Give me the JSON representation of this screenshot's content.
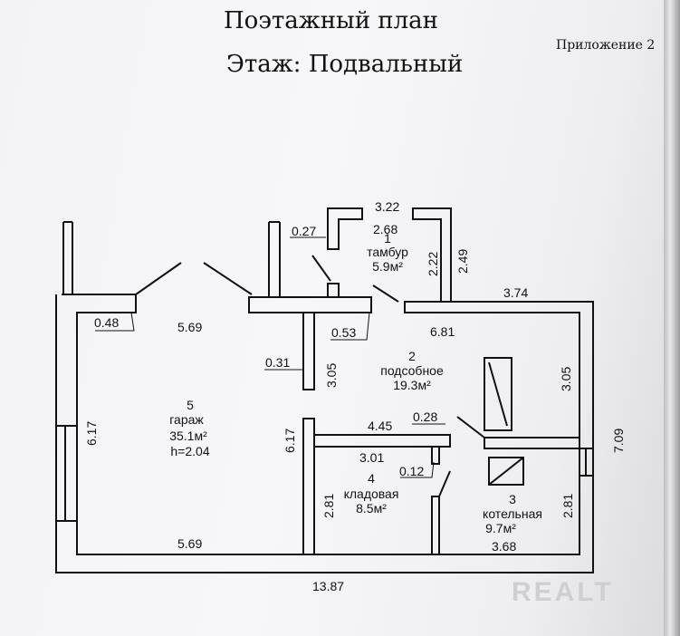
{
  "header": {
    "title": "Поэтажный план",
    "floor": "Этаж: Подвальный",
    "appendix": "Приложение 2"
  },
  "rooms": [
    {
      "number": "1",
      "name": "тамбур",
      "area": "5.9м²"
    },
    {
      "number": "2",
      "name": "подсобное",
      "area": "19.3м²"
    },
    {
      "number": "3",
      "name": "котельная",
      "area": "9.7м²"
    },
    {
      "number": "4",
      "name": "кладовая",
      "area": "8.5м²"
    },
    {
      "number": "5",
      "name": "гараж",
      "area": "35.1м²",
      "height": "h=2.04"
    }
  ],
  "dimensions": {
    "d322": "3.22",
    "d268": "2.68",
    "d027": "0.27",
    "d222": "2.22",
    "d249": "2.49",
    "d374": "3.74",
    "d048": "0.48",
    "d569_top": "5.69",
    "d053": "0.53",
    "d681": "6.81",
    "d031": "0.31",
    "d305_left": "3.05",
    "d305_right": "3.05",
    "d617_left": "6.17",
    "d617_mid": "6.17",
    "d445": "4.45",
    "d028": "0.28",
    "d301": "3.01",
    "d012": "0.12",
    "d709": "7.09",
    "d281_left": "2.81",
    "d281_right": "2.81",
    "d569_bottom": "5.69",
    "d368": "3.68",
    "d1387": "13.87"
  },
  "watermark": "REALT"
}
